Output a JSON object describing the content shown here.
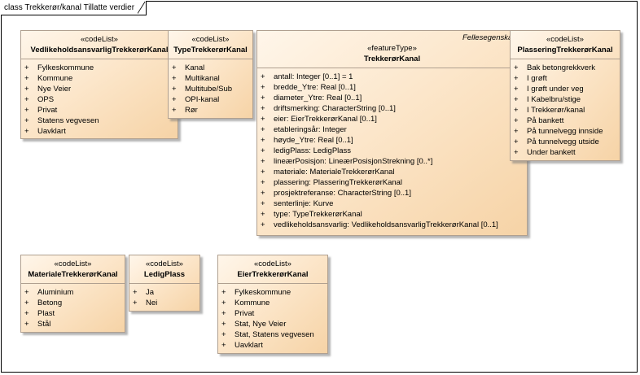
{
  "diagram": {
    "title": "class Trekkerør/kanal Tillatte verdier"
  },
  "classes": {
    "vedlikehold": {
      "stereotype": "«codeList»",
      "name": "VedlikeholdsansvarligTrekkerørKanal",
      "items": [
        "Fylkeskommune",
        "Kommune",
        "Nye Veier",
        "OPS",
        "Privat",
        "Statens vegvesen",
        "Uavklart"
      ]
    },
    "type": {
      "stereotype": "«codeList»",
      "name": "TypeTrekkerørKanal",
      "items": [
        "Kanal",
        "Multikanal",
        "Multitube/Sub",
        "OPI-kanal",
        "Rør"
      ]
    },
    "trekkeror": {
      "package": "Fellesegenskaper",
      "stereotype": "«featureType»",
      "name": "TrekkerørKanal",
      "items": [
        "antall: Integer [0..1] = 1",
        "bredde_Ytre: Real [0..1]",
        "diameter_Ytre: Real [0..1]",
        "driftsmerking: CharacterString [0..1]",
        "eier: EierTrekkerørKanal [0..1]",
        "etableringsår: Integer",
        "høyde_Ytre: Real [0..1]",
        "ledigPlass: LedigPlass",
        "lineærPosisjon: LineærPosisjonStrekning [0..*]",
        "materiale: MaterialeTrekkerørKanal",
        "plassering: PlasseringTrekkerørKanal",
        "prosjektreferanse: CharacterString [0..1]",
        "senterlinje: Kurve",
        "type: TypeTrekkerørKanal",
        "vedlikeholdsansvarlig: VedlikeholdsansvarligTrekkerørKanal [0..1]"
      ]
    },
    "plassering": {
      "stereotype": "«codeList»",
      "name": "PlasseringTrekkerørKanal",
      "items": [
        "Bak betongrekkverk",
        "I grøft",
        "I grøft under veg",
        "I Kabelbru/stige",
        "I Trekkerør/kanal",
        "På bankett",
        "På tunnelvegg innside",
        "På tunnelvegg utside",
        "Under bankett"
      ]
    },
    "materiale": {
      "stereotype": "«codeList»",
      "name": "MaterialeTrekkerørKanal",
      "items": [
        "Aluminium",
        "Betong",
        "Plast",
        "Stål"
      ]
    },
    "ledig": {
      "stereotype": "«codeList»",
      "name": "LedigPlass",
      "items": [
        "Ja",
        "Nei"
      ]
    },
    "eier": {
      "stereotype": "«codeList»",
      "name": "EierTrekkerørKanal",
      "items": [
        "Fylkeskommune",
        "Kommune",
        "Privat",
        "Stat, Nye Veier",
        "Stat, Statens vegvesen",
        "Uavklart"
      ]
    }
  },
  "visibility_symbol": "+"
}
